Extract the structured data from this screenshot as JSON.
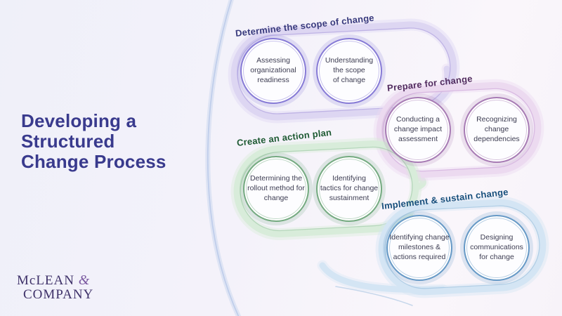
{
  "title": {
    "text": "Developing a\nStructured\nChange Process",
    "color": "#393a8d"
  },
  "logo": {
    "name_top": "McLEAN",
    "ampersand": "&",
    "name_bottom": "COMPANY",
    "text_color": "#3e3169",
    "ampersand_color": "#7b59a1"
  },
  "background": {
    "gradient_left": "#eff0f9",
    "gradient_right": "#faf6fb",
    "arc_color": "#b5c7e8"
  },
  "sections": [
    {
      "label": "Determine the scope of change",
      "label_color": "#383a7d",
      "ring_color": "#877bd6",
      "track_color": "#ddd6f2",
      "track_line_color": "#b7aae2",
      "circles": [
        {
          "text": "Assessing\norganizational\nreadiness"
        },
        {
          "text": "Understanding\nthe scope\nof change"
        }
      ]
    },
    {
      "label": "Prepare for change",
      "label_color": "#532d60",
      "ring_color": "#a77bb4",
      "track_color": "#ecdaf0",
      "track_line_color": "#d3b1de",
      "circles": [
        {
          "text": "Conducting a\nchange impact\nassessment"
        },
        {
          "text": "Recognizing\nchange\ndependencies"
        }
      ]
    },
    {
      "label": "Create an action plan",
      "label_color": "#1e5a33",
      "ring_color": "#74aa80",
      "track_color": "#d8ecda",
      "track_line_color": "#abd2b2",
      "circles": [
        {
          "text": "Determining the\nrollout method for\nchange"
        },
        {
          "text": "Identifying\ntactics for change\nsustainment"
        }
      ]
    },
    {
      "label": "Implement & sustain change",
      "label_color": "#174f7c",
      "ring_color": "#6699c6",
      "track_color": "#d4e5f4",
      "track_line_color": "#a8c9e3",
      "circles": [
        {
          "text": "Identifying change\nmilestones &\nactions required"
        },
        {
          "text": "Designing\ncommunications\nfor change"
        }
      ]
    }
  ]
}
